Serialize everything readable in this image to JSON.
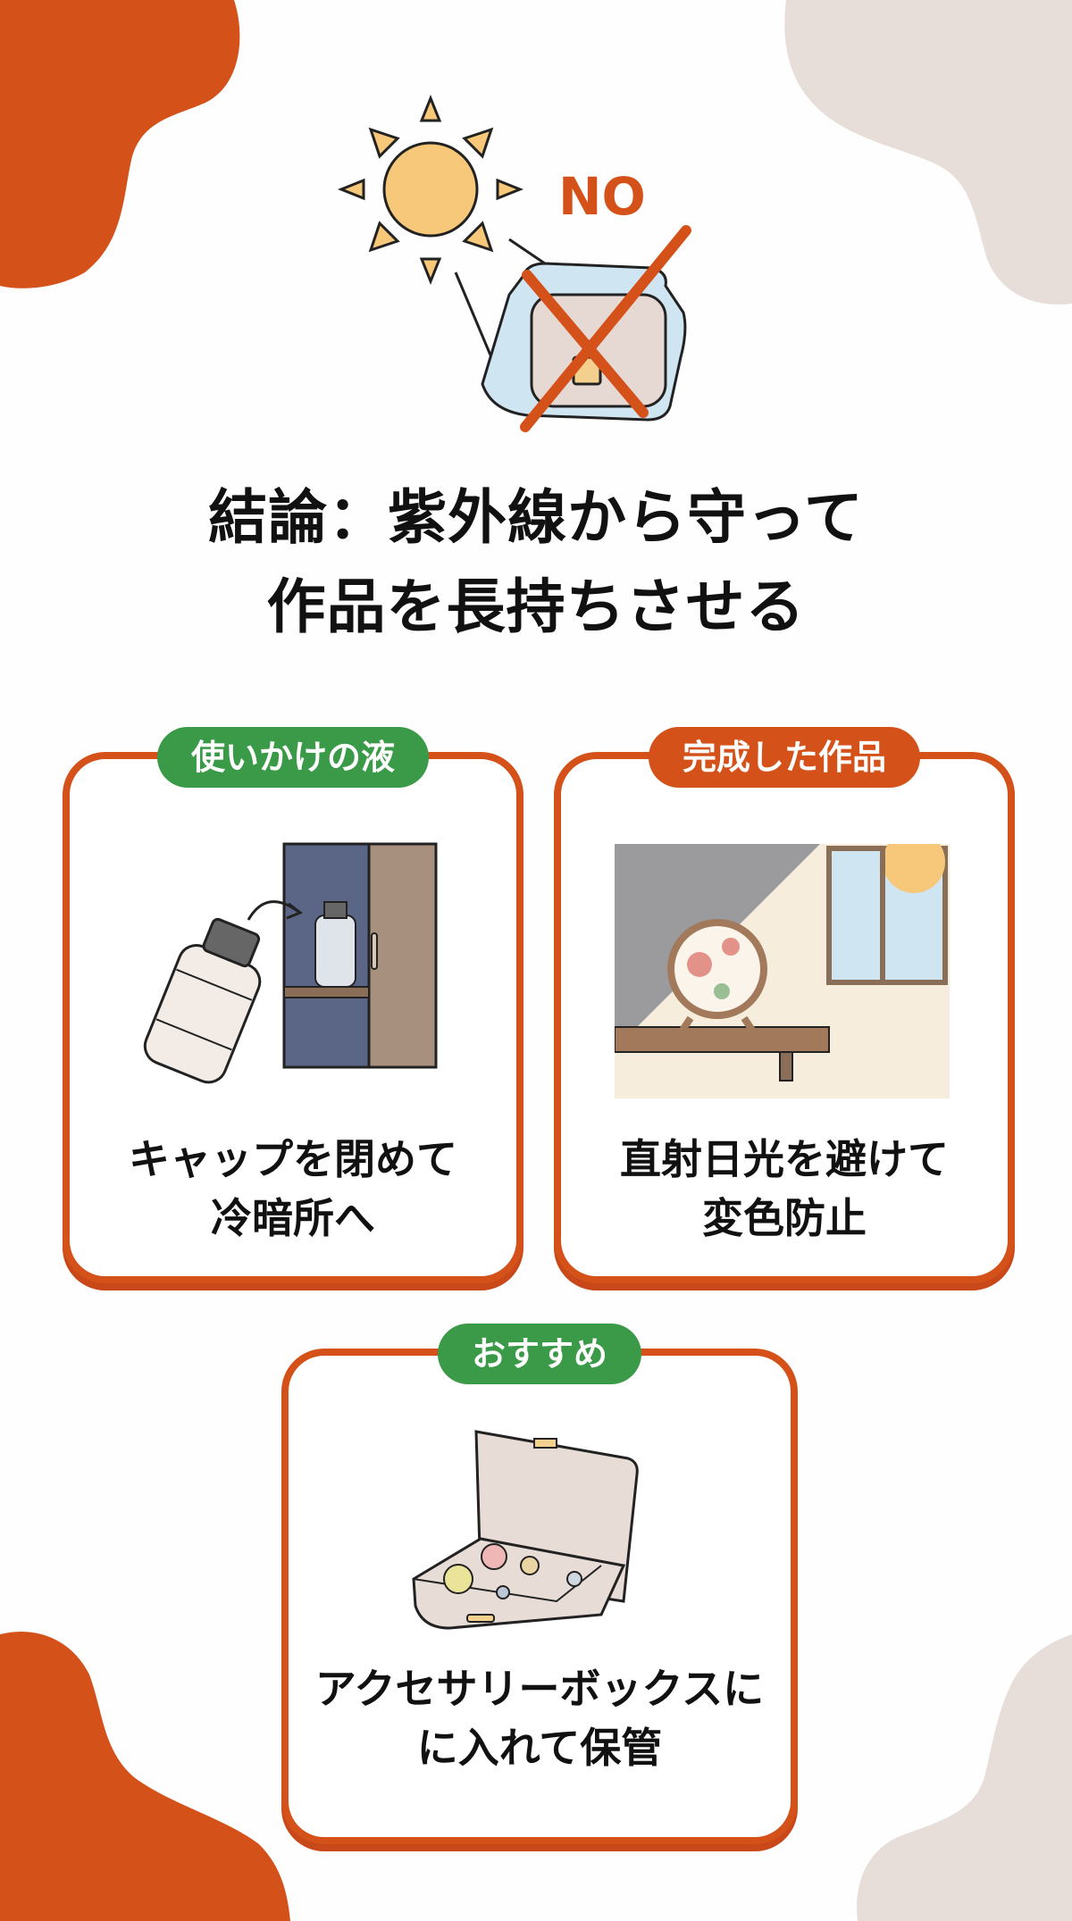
{
  "colors": {
    "accent_orange": "#d4511a",
    "accent_green": "#3a9a48",
    "blob_beige": "#e8ded9",
    "sun_yellow": "#f7c77a",
    "text": "#111111"
  },
  "hero": {
    "icons": [
      "sun-icon",
      "bag-icon",
      "cross-mark-icon"
    ],
    "no_label": "NO"
  },
  "title": {
    "line1": "結論：紫外線から守って",
    "line2": "作品を長持ちさせる"
  },
  "cards": [
    {
      "badge": "使いかけの液",
      "badge_color": "green",
      "illustration": "bottle-into-cabinet",
      "caption_line1": "キャップを閉めて",
      "caption_line2": "冷暗所へ"
    },
    {
      "badge": "完成した作品",
      "badge_color": "orange",
      "illustration": "artwork-on-shelf-away-from-window",
      "caption_line1": "直射日光を避けて",
      "caption_line2": "変色防止"
    },
    {
      "badge": "おすすめ",
      "badge_color": "green",
      "illustration": "accessory-box",
      "caption_line1": "アクセサリーボックスに",
      "caption_line2": "に入れて保管"
    }
  ]
}
